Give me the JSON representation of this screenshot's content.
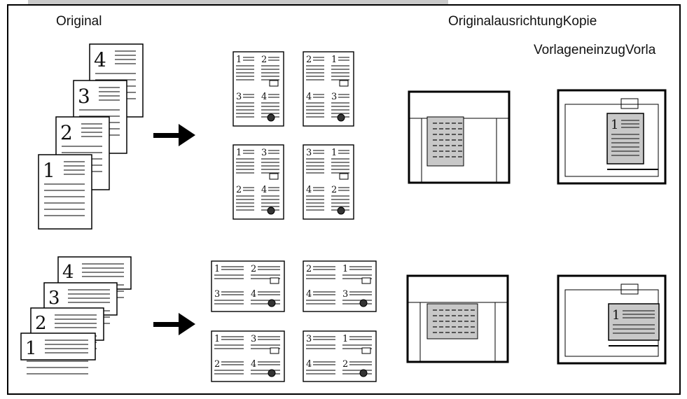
{
  "labels": {
    "original": "Original",
    "orientation": "OriginalausrichtungKopie",
    "feeder": "VorlageneinzugVorla"
  },
  "rows": [
    {
      "name": "portrait",
      "original_pages": [
        "4",
        "3",
        "2",
        "1"
      ],
      "copies": [
        {
          "cells": [
            "1",
            "2",
            "3",
            "4"
          ]
        },
        {
          "cells": [
            "2",
            "1",
            "4",
            "3"
          ]
        },
        {
          "cells": [
            "1",
            "3",
            "2",
            "4"
          ]
        },
        {
          "cells": [
            "3",
            "1",
            "4",
            "2"
          ]
        }
      ],
      "feeder_page": "1"
    },
    {
      "name": "landscape",
      "original_pages": [
        "4",
        "3",
        "2",
        "1"
      ],
      "copies": [
        {
          "cells": [
            "1",
            "2",
            "3",
            "4"
          ]
        },
        {
          "cells": [
            "2",
            "1",
            "4",
            "3"
          ]
        },
        {
          "cells": [
            "1",
            "3",
            "2",
            "4"
          ]
        },
        {
          "cells": [
            "3",
            "1",
            "4",
            "2"
          ]
        }
      ],
      "feeder_page": "1"
    }
  ]
}
